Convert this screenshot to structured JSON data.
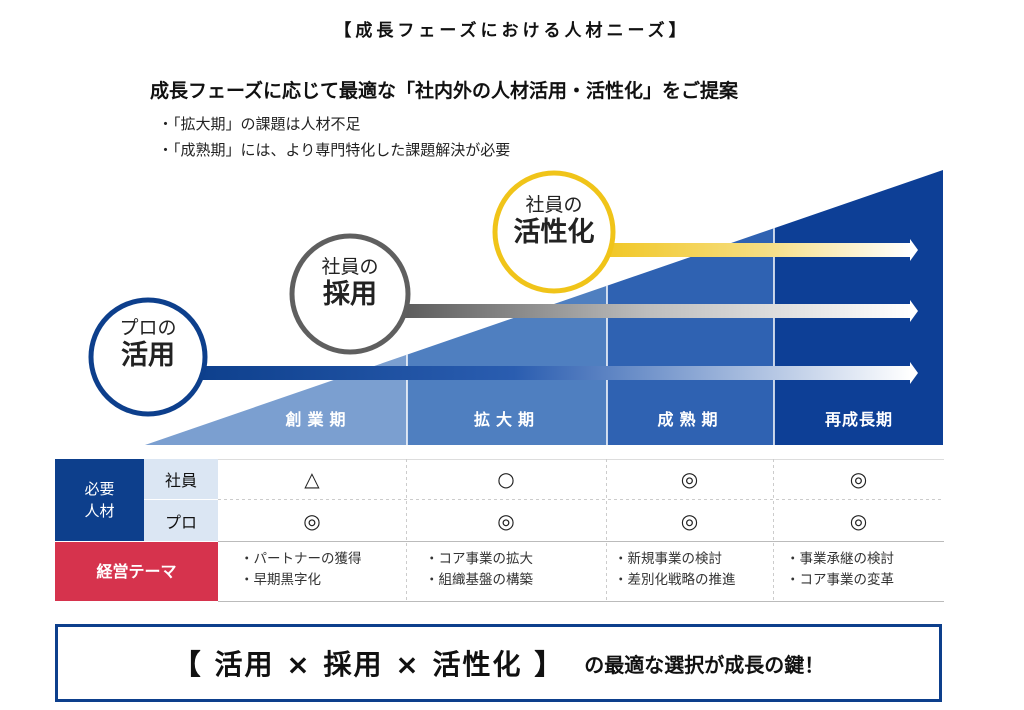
{
  "header": {
    "title": "【成長フェーズにおける人材ニーズ】",
    "subtitle": "成長フェーズに応じて最適な「社内外の人材活用・活性化」をご提案",
    "bullets": [
      "・「拡大期」の課題は人材不足",
      "・「成熟期」には、より専門特化した課題解決が必要"
    ]
  },
  "circles": [
    {
      "line1": "プロの",
      "line2": "活用",
      "color": "#0d3f8c"
    },
    {
      "line1": "社員の",
      "line2": "採用",
      "color": "#5f5f5f"
    },
    {
      "line1": "社員の",
      "line2": "活性化",
      "color": "#f0c419"
    }
  ],
  "phases": [
    "創業期",
    "拡大期",
    "成熟期",
    "再成長期"
  ],
  "table": {
    "group_label": "必要\n人材",
    "rows": [
      {
        "label": "社員",
        "marks": [
          "△",
          "○",
          "◎",
          "◎"
        ]
      },
      {
        "label": "プロ",
        "marks": [
          "◎",
          "◎",
          "◎",
          "◎"
        ]
      }
    ],
    "theme_label": "経営テーマ",
    "themes": [
      [
        "・パートナーの獲得",
        "・早期黒字化"
      ],
      [
        "・コア事業の拡大",
        "・組織基盤の構築"
      ],
      [
        "・新規事業の検討",
        "・差別化戦略の推進"
      ],
      [
        "・事業承継の検討",
        "・コア事業の変革"
      ]
    ]
  },
  "footer": {
    "main": "【 活用 × 採用 × 活性化 】",
    "tail": "の最適な選択が成長の鍵！"
  },
  "colors": {
    "navy": "#0d3f8c",
    "phase1": "#7b9fd0",
    "phase2": "#4f7fc0",
    "phase3": "#2f62b2",
    "phase4": "#0d3f96",
    "red": "#d6334d",
    "light_cell": "#dbe6f3",
    "gold": "#f0c419"
  }
}
